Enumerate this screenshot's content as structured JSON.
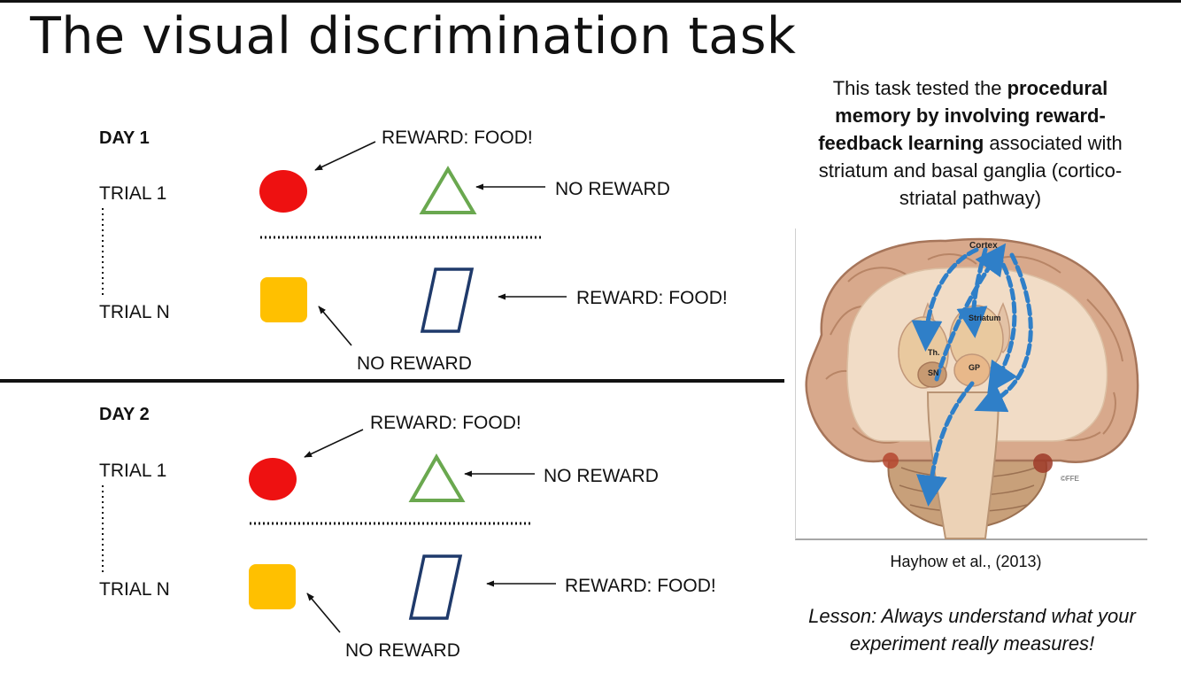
{
  "slide": {
    "title": "The visual discrimination task"
  },
  "days": [
    {
      "label": "DAY 1",
      "trial_first": "TRIAL 1",
      "trial_last": "TRIAL N",
      "circle_label": "REWARD: FOOD!",
      "triangle_label": "NO REWARD",
      "square_label": "NO REWARD",
      "parallelogram_label": "REWARD: FOOD!"
    },
    {
      "label": "DAY 2",
      "trial_first": "TRIAL 1",
      "trial_last": "TRIAL N",
      "circle_label": "REWARD: FOOD!",
      "triangle_label": "NO REWARD",
      "square_label": "NO REWARD",
      "parallelogram_label": "REWARD: FOOD!"
    }
  ],
  "colors": {
    "circle": "#ee1111",
    "triangle": "#6aa84f",
    "square": "#ffc000",
    "parallelogram": "#1f3a6b"
  },
  "description": {
    "part1": "This task tested the ",
    "bold": "procedural memory by involving reward-feedback learning",
    "part2": " associated with striatum and basal ganglia (cortico-striatal pathway)"
  },
  "brain": {
    "labels": {
      "cortex": "Cortex",
      "striatum": "Striatum",
      "thalamus": "Th.",
      "sn": "SN",
      "gp": "GP",
      "copyright": "©FFE"
    }
  },
  "citation": "Hayhow et al., (2013)",
  "lesson": "Lesson: Always understand what your experiment really measures!"
}
